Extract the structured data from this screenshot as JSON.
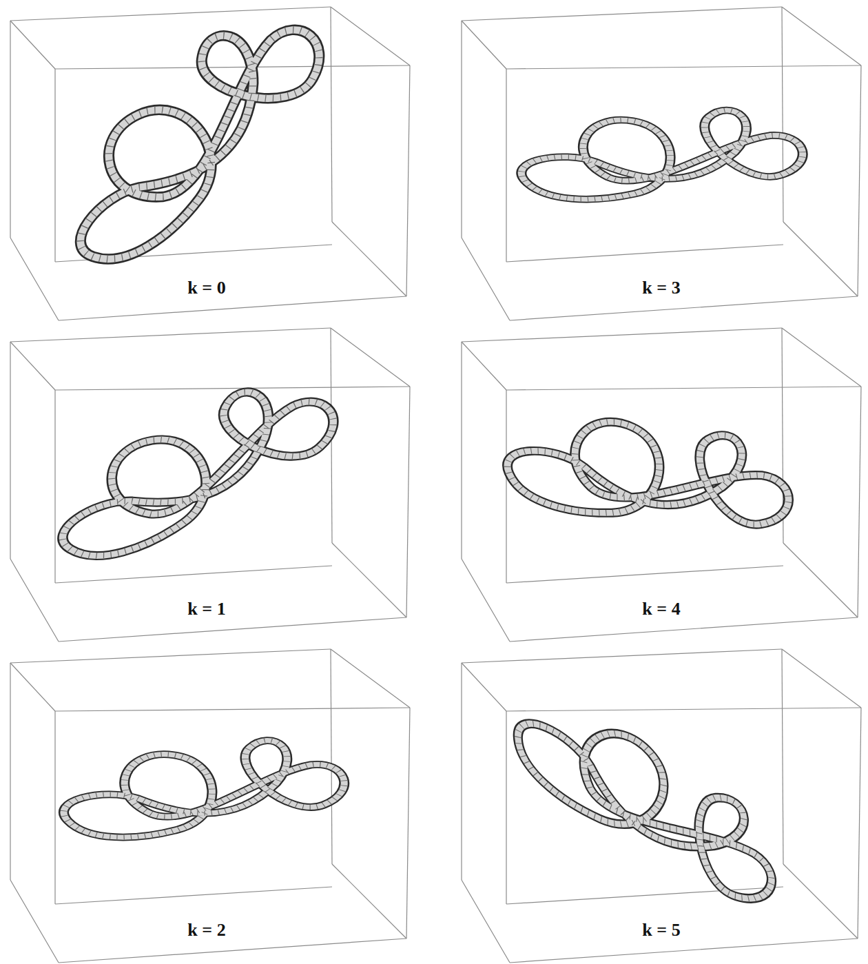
{
  "diagram": {
    "labels": [
      "k = 0",
      "k = 3",
      "k = 1",
      "k = 4",
      "k = 2",
      "k = 5"
    ]
  }
}
